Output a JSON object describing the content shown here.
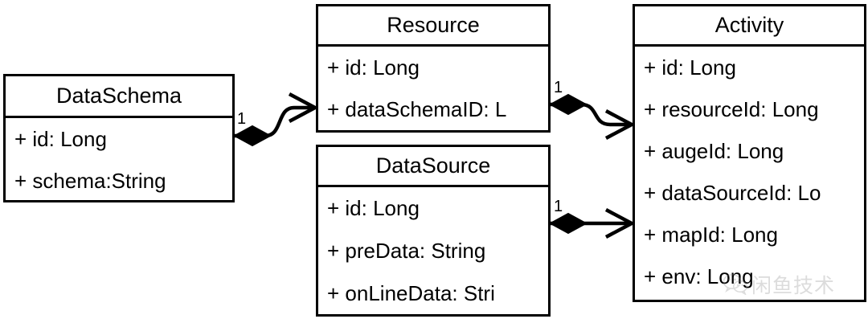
{
  "diagram": {
    "type": "uml-class-diagram",
    "background": "#ffffff",
    "line_color": "#000000",
    "classes": [
      {
        "id": "dataschema",
        "name": "DataSchema",
        "attributes": [
          "+ id: Long",
          "+ schema:String"
        ]
      },
      {
        "id": "resource",
        "name": "Resource",
        "attributes": [
          "+ id: Long",
          "+ dataSchemaID: L"
        ]
      },
      {
        "id": "datasource",
        "name": "DataSource",
        "attributes": [
          "+ id: Long",
          "+ preData: String",
          "+ onLineData: Stri"
        ]
      },
      {
        "id": "activity",
        "name": "Activity",
        "attributes": [
          "+ id: Long",
          "+ resourceId: Long",
          "+ augeId: Long",
          "+ dataSourceId: Lo",
          "+ mapId: Long",
          "+ env: Long"
        ]
      }
    ],
    "associations": [
      {
        "id": "dataschema-to-resource",
        "from": "dataschema",
        "to": "resource",
        "source_multiplicity": "1",
        "source_marker": "filled-diamond",
        "target_marker": "open-arrow"
      },
      {
        "id": "resource-to-activity",
        "from": "resource",
        "to": "activity",
        "source_multiplicity": "1",
        "source_marker": "filled-diamond",
        "target_marker": "open-arrow"
      },
      {
        "id": "datasource-to-activity",
        "from": "datasource",
        "to": "activity",
        "source_multiplicity": "1",
        "source_marker": "filled-diamond",
        "target_marker": "open-arrow"
      }
    ]
  },
  "watermark": {
    "text": "闲鱼技术",
    "icon": "wechat-icon",
    "color": "#8d8d8d"
  }
}
